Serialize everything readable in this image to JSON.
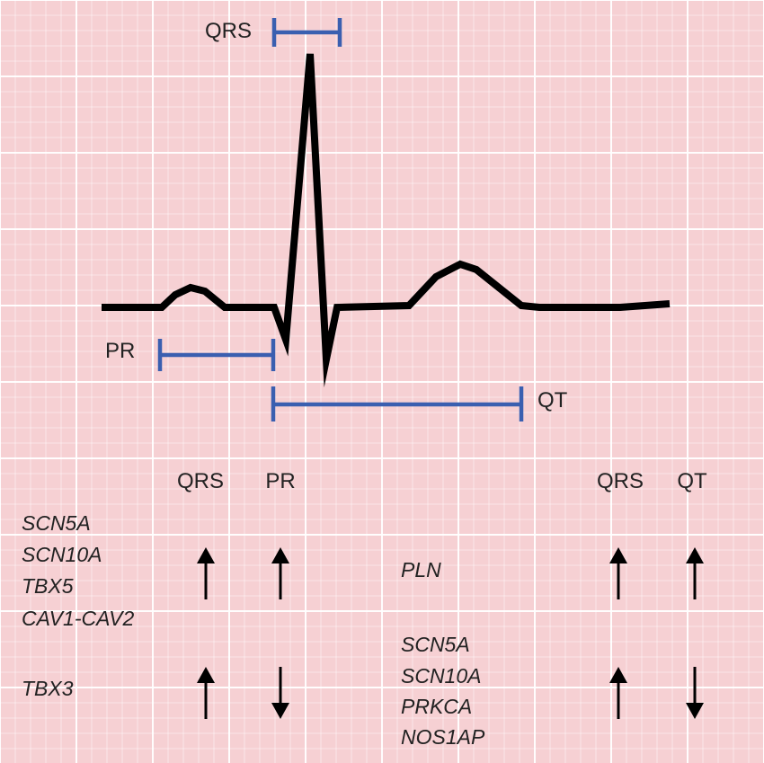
{
  "colors": {
    "background": "#f6d0d3",
    "grid_line": "#ffffff",
    "trace": "#000000",
    "interval": "#3a5fb0",
    "text": "#222222"
  },
  "intervals": {
    "qrs": "QRS",
    "pr": "PR",
    "qt": "QT"
  },
  "table": {
    "left": {
      "headers": [
        "QRS",
        "PR"
      ],
      "groups": [
        {
          "genes": [
            "SCN5A",
            "SCN10A",
            "TBX5",
            "CAV1-CAV2"
          ],
          "qrs": "up-arrow",
          "pr": "up-arrow"
        },
        {
          "genes": [
            "TBX3"
          ],
          "qrs": "up-arrow",
          "pr": "down-arrow"
        }
      ]
    },
    "right": {
      "headers": [
        "QRS",
        "QT"
      ],
      "groups": [
        {
          "genes": [
            "PLN"
          ],
          "qrs": "up-arrow",
          "qt": "up-arrow"
        },
        {
          "genes": [
            "SCN5A",
            "SCN10A",
            "PRKCA",
            "NOS1AP"
          ],
          "qrs": "up-arrow",
          "qt": "down-arrow"
        }
      ]
    }
  }
}
